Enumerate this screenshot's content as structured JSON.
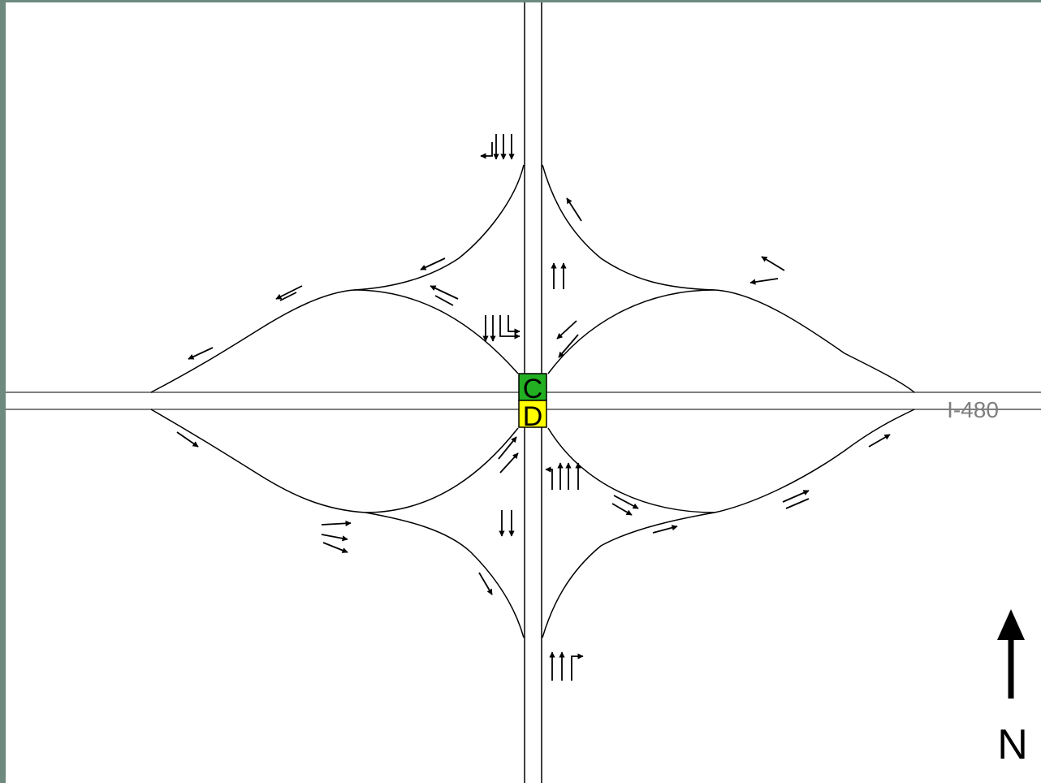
{
  "highway_label": "I-480",
  "north_label": "N",
  "intersections": [
    {
      "id": "north",
      "los": "C",
      "color": "#22b022"
    },
    {
      "id": "south",
      "los": "D",
      "color": "#ffff00"
    }
  ],
  "colors": {
    "road_line": "#000000",
    "highway_line": "#7f7f7f",
    "background": "#ffffff",
    "frame": "#6e8a7e"
  }
}
